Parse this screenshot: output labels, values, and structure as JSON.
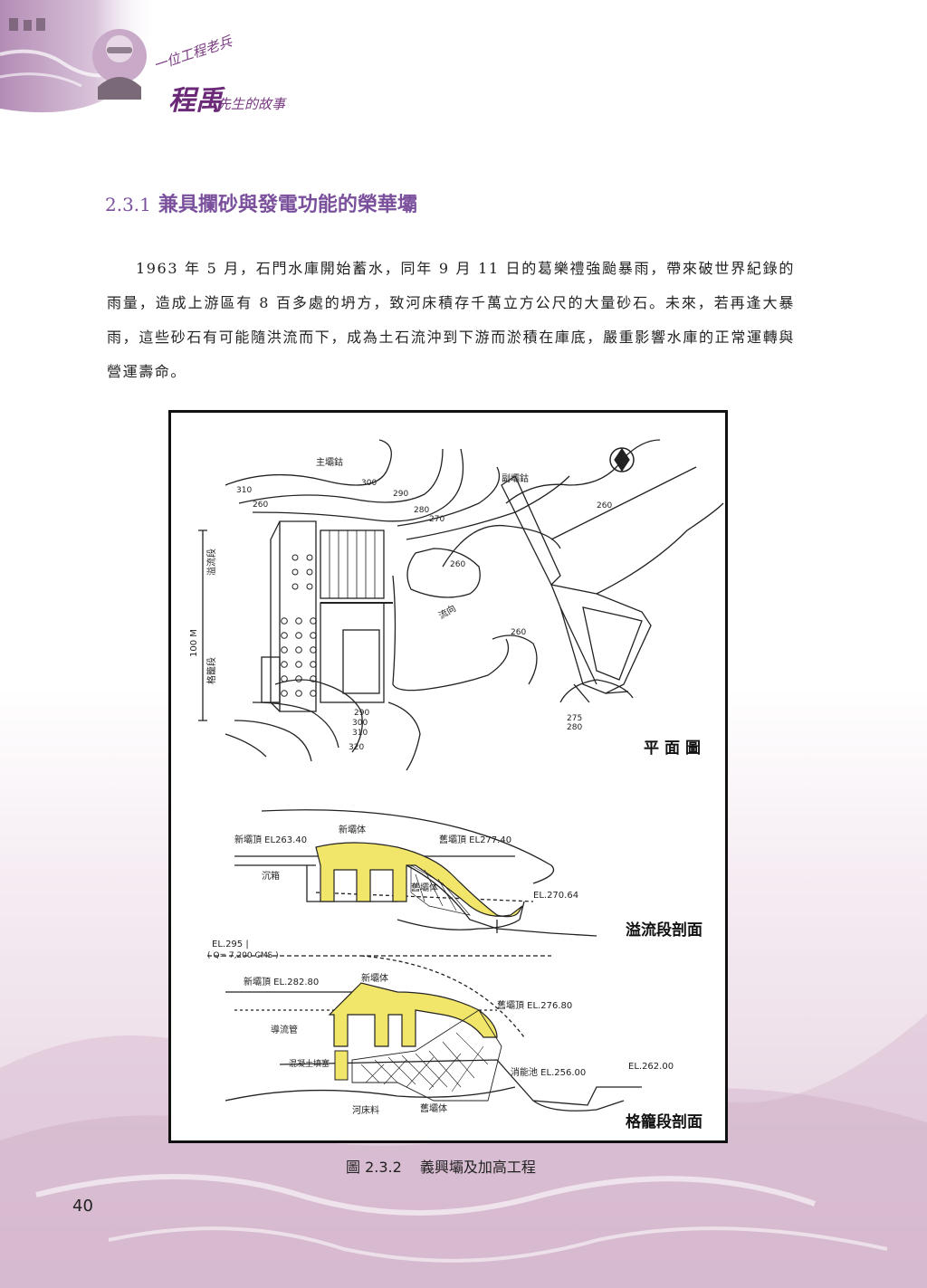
{
  "header": {
    "title_small": "一位工程老兵",
    "name": "程禹",
    "suffix": "先生的故事"
  },
  "section": {
    "number": "2.3.1",
    "title": "兼具攔砂與發電功能的榮華壩"
  },
  "body": {
    "paragraph": "1963 年 5 月，石門水庫開始蓄水，同年 9 月 11 日的葛樂禮強颱暴雨，帶來破世界紀錄的雨量，造成上游區有 8 百多處的坍方，致河床積存千萬立方公尺的大量砂石。未來，若再逢大暴雨，這些砂石有可能隨洪流而下，成為土石流沖到下游而淤積在庫底，嚴重影響水庫的正常運轉與營運壽命。"
  },
  "figure": {
    "plan_label": "平面圖",
    "spillway_label": "溢流段剖面",
    "cage_label": "格籠段剖面",
    "caption_number": "圖 2.3.2",
    "caption_text": "義興壩及加高工程",
    "plan_notes": {
      "main_abutment": "主壩鈷",
      "aux_abutment": "副壩鈷",
      "flow_dir": "流向",
      "scale": "100 M",
      "seg_spill": "溢流段",
      "seg_cage": "格籠段",
      "contours": [
        "310",
        "300",
        "290",
        "280",
        "270",
        "260",
        "260",
        "260",
        "260",
        "290",
        "300",
        "310",
        "320",
        "275",
        "280"
      ]
    },
    "spill_notes": {
      "new_crest": "新壩頂 EL263.40",
      "new_body": "新壩体",
      "old_crest": "舊壩頂 EL277.40",
      "caisson": "沉箱",
      "old_body": "舊壩体",
      "el": "EL.270.64"
    },
    "cage_notes": {
      "el_flood": "EL.295 |",
      "q": "( Q= 7,200 CMS )",
      "new_crest": "新壩頂 EL.282.80",
      "new_body": "新壩体",
      "old_crest": "舊壩頂 EL.276.80",
      "pipe": "導流管",
      "stilling": "消能池 EL.256.00",
      "el_down": "EL.262.00",
      "riverbed": "河床料",
      "old_body": "舊壩体",
      "fill": "混凝土填塞"
    }
  },
  "page_number": "40",
  "colors": {
    "heading": "#7a4f9c",
    "header_purple": "#6b2a78",
    "highlight_yellow": "#f2e66a",
    "frame": "#111111"
  }
}
